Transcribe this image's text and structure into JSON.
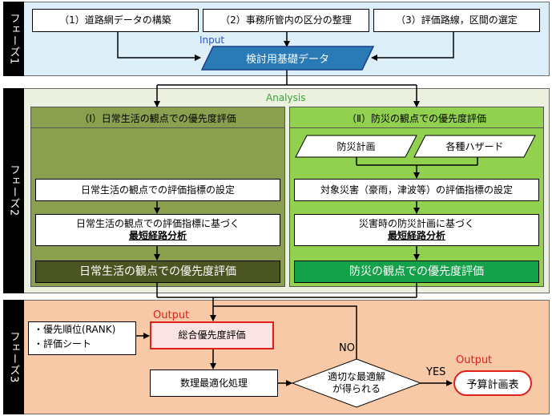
{
  "phases": [
    {
      "label": "フェーズ1"
    },
    {
      "label": "フェーズ2"
    },
    {
      "label": "フェーズ3"
    }
  ],
  "phase1": {
    "tasks": [
      "（1）道路網データの構築",
      "（2）事務所管内の区分の整理",
      "（3）評価路線，区間の選定"
    ],
    "input_label": "Input",
    "data_box": "検討用基礎データ"
  },
  "phase2": {
    "analysis_label": "Analysis",
    "daily": {
      "header": "（Ⅰ）日常生活の観点での優先度評価",
      "indicator": "日常生活の観点での評価指標の設定",
      "analysis_line1": "日常生活の観点での評価指標に基づく",
      "analysis_line2": "最短経路分析",
      "result": "日常生活の観点での優先度評価"
    },
    "disaster": {
      "header": "（Ⅱ）防災の観点での優先度評価",
      "input_a": "防災計画",
      "input_b": "各種ハザード",
      "indicator": "対象災害（豪雨，津波等）の評価指標の設定",
      "analysis_line1": "災害時の防災計画に基づく",
      "analysis_line2": "最短経路分析",
      "result": "防災の観点での優先度評価"
    }
  },
  "phase3": {
    "outputs_list": [
      "・優先順位(RANK)",
      "・評価シート"
    ],
    "output_label_1": "Output",
    "overall_eval": "総合優先度評価",
    "optimization": "数理最適化処理",
    "decision_line1": "適切な最適解",
    "decision_line2": "が得られる",
    "no_label": "NO",
    "yes_label": "YES",
    "output_label_2": "Output",
    "budget_table": "予算計画表"
  },
  "colors": {
    "phase1_bg": "#dceef7",
    "phase2_bg": "#ebf1de",
    "phase3_bg": "#f8c9a7",
    "daily_panel": "#8aa04e",
    "disaster_panel": "#92d050",
    "daily_result": "#4a5522",
    "disaster_result": "#15a04a",
    "data_box": "#2a7ab5",
    "output_text": "#e0201b",
    "analysis_text": "#3aa33a",
    "input_text": "#2d55c8"
  }
}
